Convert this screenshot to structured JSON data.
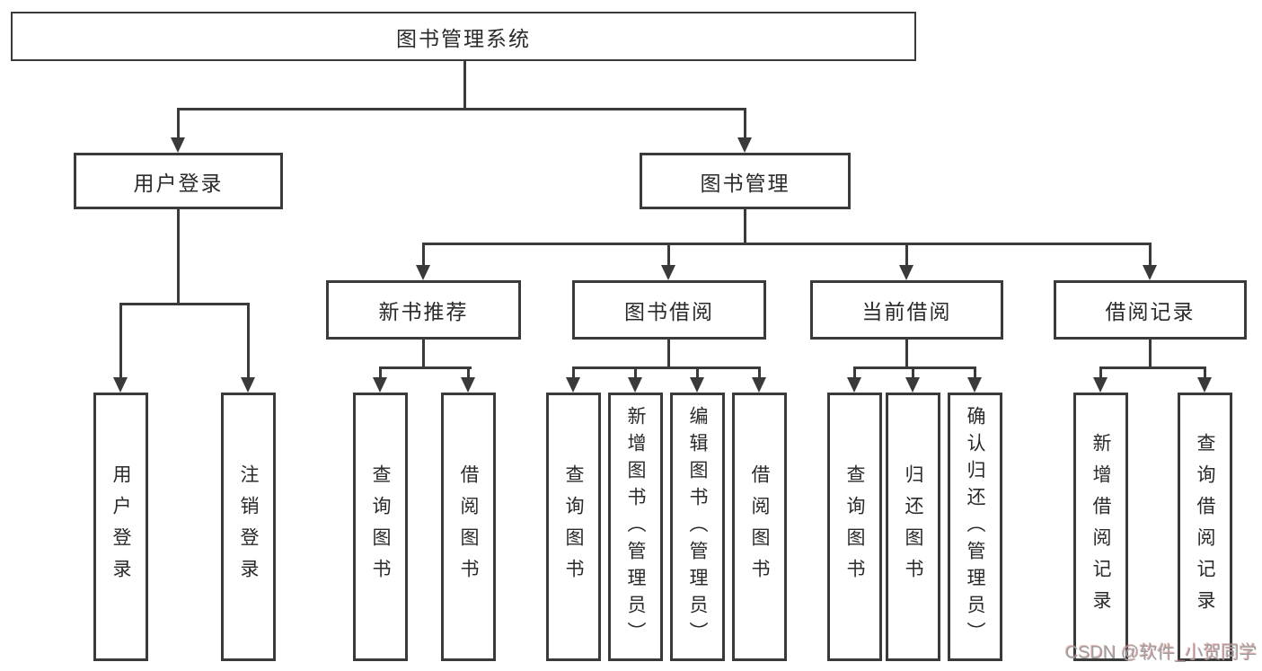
{
  "nodes": {
    "root": "图书管理系统",
    "level2": [
      "用户登录",
      "图书管理"
    ],
    "level3": [
      "新书推荐",
      "图书借阅",
      "当前借阅",
      "借阅记录"
    ],
    "leaves": {
      "user_login": [
        "用户登录",
        "注销登录"
      ],
      "new_book_recommend": [
        "查询图书",
        "借阅图书"
      ],
      "book_borrowing": [
        "查询图书",
        "新增图书（管理员）",
        "编辑图书（管理员）",
        "借阅图书"
      ],
      "current_borrowing": [
        "查询图书",
        "归还图书",
        "确认归还（管理员）"
      ],
      "borrowing_records": [
        "新增借阅记录",
        "查询借阅记录"
      ]
    }
  },
  "watermark": "CSDN @软件_小贺同学",
  "colors": {
    "line": "#3a3a3a",
    "text": "#2a2a2a",
    "box_background": "#ffffff",
    "watermark": "#9e9e9e",
    "watermark_fringe": "#d67878"
  }
}
